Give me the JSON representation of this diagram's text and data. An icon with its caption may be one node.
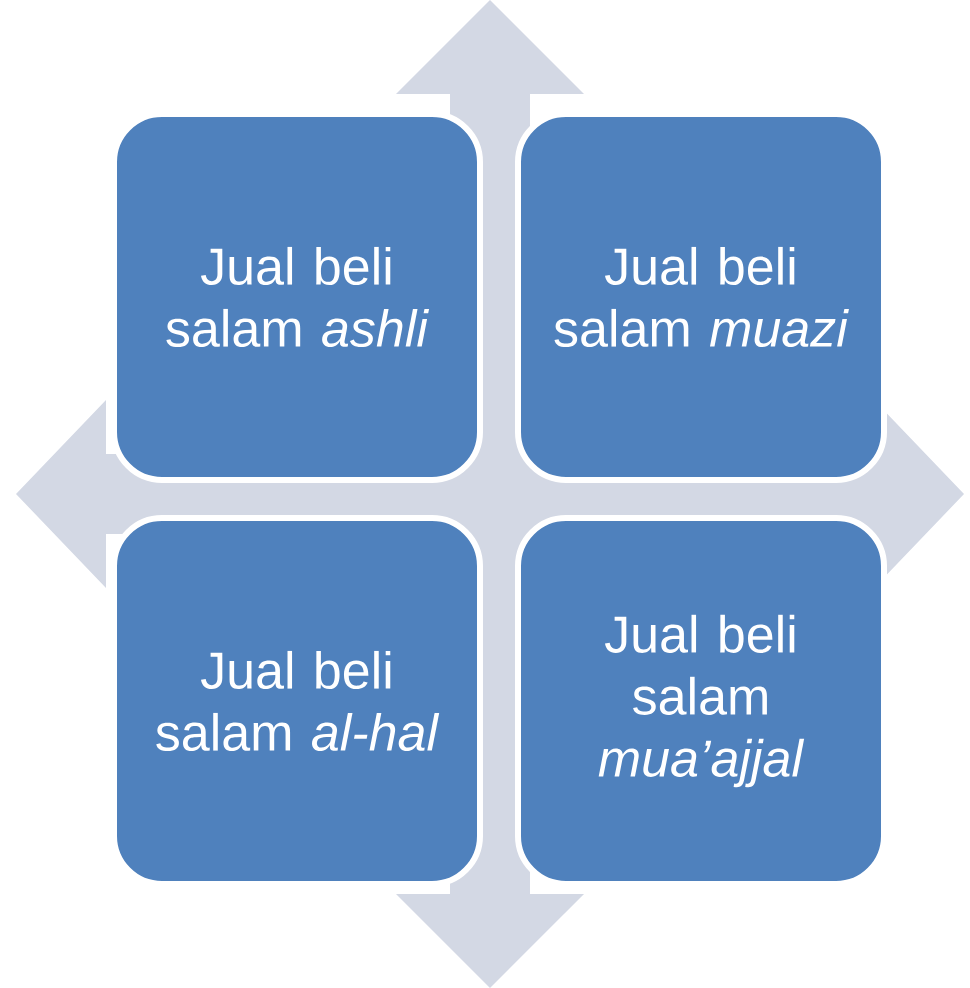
{
  "diagram": {
    "nodes": [
      {
        "text": [
          "Jual beli salam *ashli*"
        ]
      },
      {
        "text": [
          "Jual beli salam *muazi*"
        ]
      },
      {
        "text": [
          "Jual beli salam *al-hal*"
        ]
      },
      {
        "text": [
          "Jual beli salam *mua’ajjal*"
        ]
      }
    ]
  }
}
